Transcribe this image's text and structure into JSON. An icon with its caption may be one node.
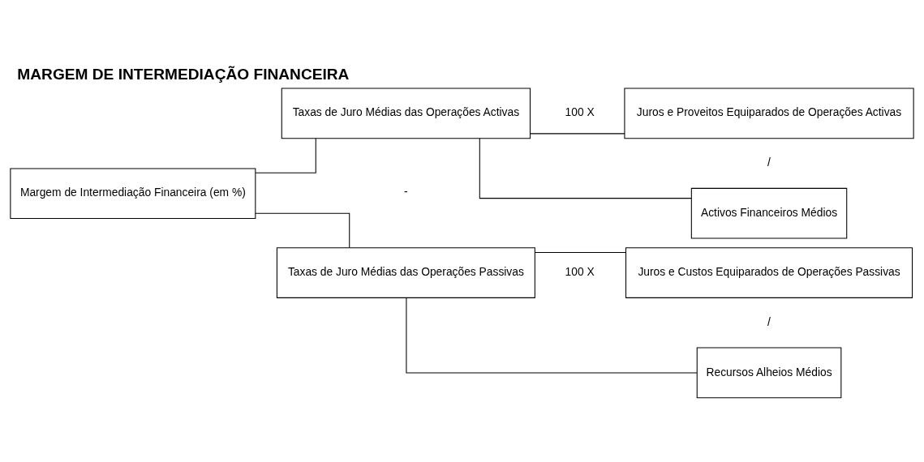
{
  "diagram": {
    "title": "MARGEM DE INTERMEDIAÇÃO FINANCEIRA",
    "nodes": [
      {
        "text": [
          "Margem de Intermediação Financeira (em %)"
        ]
      },
      {
        "text": [
          "Taxas de Juro Médias das Operações Activas"
        ]
      },
      {
        "text": [
          "Taxas de Juro Médias das Operações Passivas"
        ]
      },
      {
        "text": [
          "Juros e Proveitos Equiparados de Operações Activas"
        ]
      },
      {
        "text": [
          "Activos Financeiros Médios"
        ]
      },
      {
        "text": [
          "Juros e Custos Equiparados de Operações Passivas"
        ]
      },
      {
        "text": [
          "Recursos Alheios Médios"
        ]
      }
    ],
    "edges": [
      {
        "from": 0,
        "to": 1,
        "arrow": "none"
      },
      {
        "from": 0,
        "to": 2,
        "arrow": "none"
      },
      {
        "from": 1,
        "to": 3,
        "arrow": "none"
      },
      {
        "from": 1,
        "to": 4,
        "arrow": "none"
      },
      {
        "from": 2,
        "to": 5,
        "arrow": "none"
      },
      {
        "from": 2,
        "to": 6,
        "arrow": "none"
      }
    ],
    "labels": [
      "100 X",
      "/",
      "-",
      "100 X",
      "/"
    ]
  }
}
